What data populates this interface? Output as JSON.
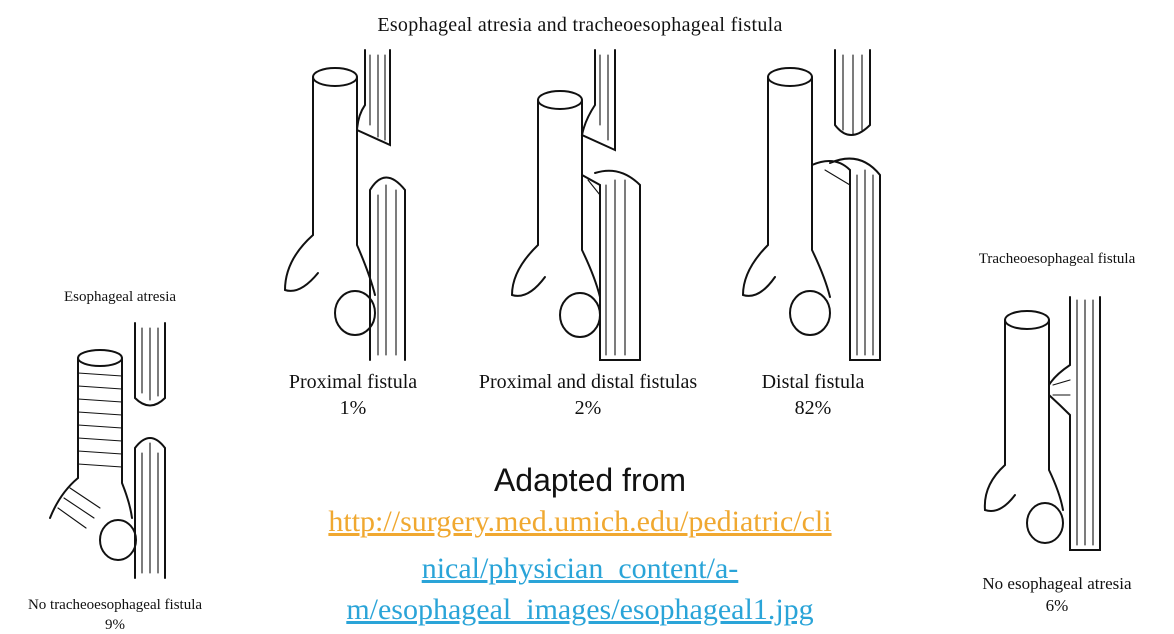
{
  "header": {
    "title": "Esophageal atresia and tracheoesophageal fistula"
  },
  "left": {
    "label": "Esophageal atresia",
    "caption_line1": "No tracheoesophageal fistula",
    "caption_line2": "9%"
  },
  "center": {
    "panels": [
      {
        "label": "Proximal fistula",
        "percent": "1%"
      },
      {
        "label": "Proximal and distal fistulas",
        "percent": "2%"
      },
      {
        "label": "Distal fistula",
        "percent": "82%"
      }
    ]
  },
  "right": {
    "label": "Tracheoesophageal fistula",
    "caption_line1": "No esophageal atresia",
    "caption_line2": "6%"
  },
  "credit": {
    "adapted": "Adapted from",
    "link_line1": "http://surgery.med.umich.edu/pediatric/cli",
    "link_line2": "nical/physician_content/a-",
    "link_line3": "m/esophageal_images/esophageal1.jpg",
    "link_color_1": "#f0a830",
    "link_color_2": "#2aa4d8"
  }
}
